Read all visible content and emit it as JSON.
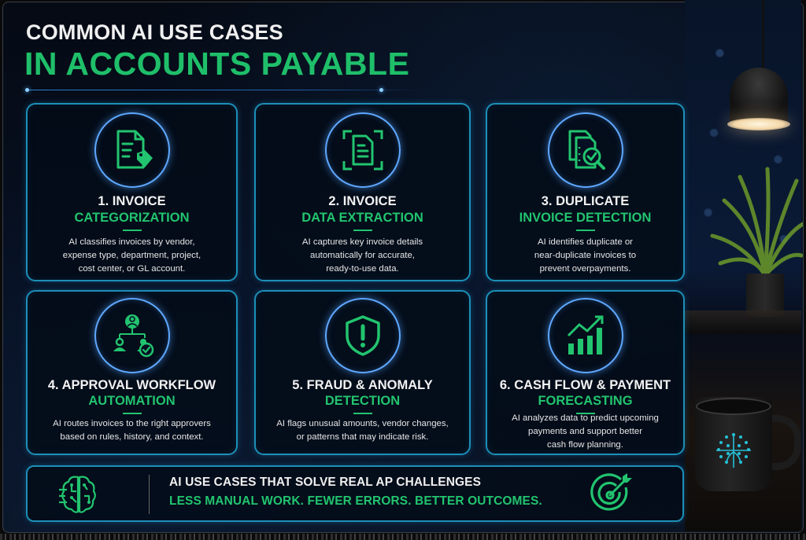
{
  "header": {
    "title_line_1": "COMMON AI USE CASES",
    "title_line_2": "IN ACCOUNTS PAYABLE"
  },
  "colors": {
    "accent_green": "#22c46f",
    "title_green": "#1fbf6a",
    "card_border": "#1d8fb8",
    "icon_ring": "#5fa8ff",
    "background": "#050a14"
  },
  "cards": [
    {
      "number_label": "1. INVOICE",
      "title": "CATEGORIZATION",
      "icon": "document-tag-icon",
      "desc_lines": [
        "AI classifies invoices by vendor,",
        "expense type, department, project,",
        "cost center, or GL account."
      ]
    },
    {
      "number_label": "2. INVOICE",
      "title": "DATA EXTRACTION",
      "icon": "document-scan-icon",
      "desc_lines": [
        "AI captures key invoice details",
        "automatically for accurate,",
        "ready-to-use data."
      ]
    },
    {
      "number_label": "3. DUPLICATE",
      "title": "INVOICE DETECTION",
      "icon": "documents-magnifier-check-icon",
      "desc_lines": [
        "AI identifies duplicate or",
        "near-duplicate invoices to",
        "prevent overpayments."
      ]
    },
    {
      "number_label": "4. APPROVAL WORKFLOW",
      "title": "AUTOMATION",
      "icon": "approval-hierarchy-icon",
      "desc_lines": [
        "AI routes invoices to the right approvers",
        "based on rules, history, and context."
      ]
    },
    {
      "number_label": "5. FRAUD & ANOMALY",
      "title": "DETECTION",
      "icon": "shield-alert-icon",
      "desc_lines": [
        "AI flags unusual amounts, vendor changes,",
        "or patterns that may indicate risk."
      ]
    },
    {
      "number_label": "6. CASH FLOW & PAYMENT",
      "title": "FORECASTING",
      "icon": "trend-bar-chart-icon",
      "desc_lines": [
        "AI analyzes data to predict upcoming",
        "payments and support better",
        "cash flow planning."
      ]
    }
  ],
  "banner": {
    "line_1": "AI USE CASES THAT SOLVE REAL AP CHALLENGES",
    "line_2": "LESS MANUAL WORK. FEWER ERRORS. BETTER OUTCOMES.",
    "left_icon": "circuit-brain-icon",
    "right_icon": "target-arrow-icon"
  }
}
